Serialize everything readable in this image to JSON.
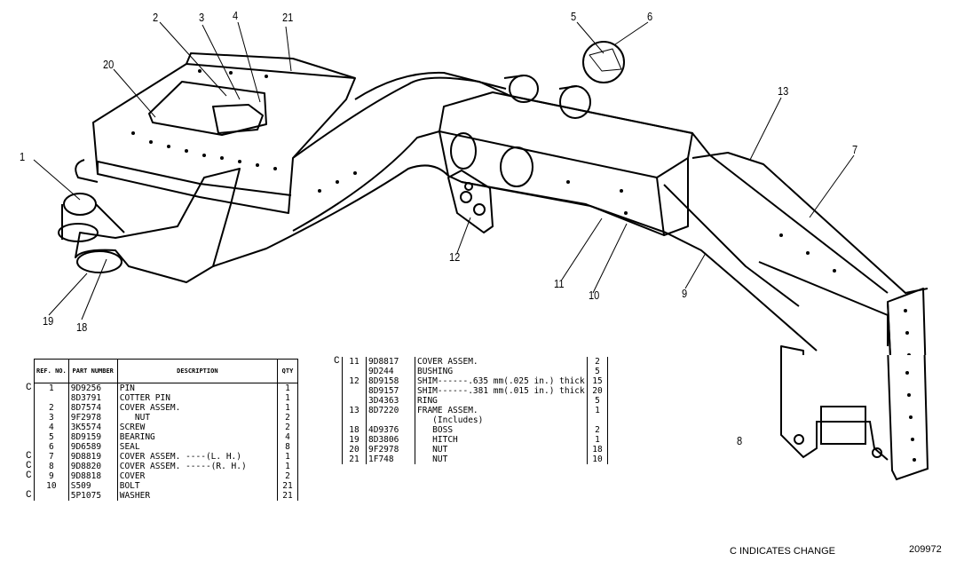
{
  "callouts": [
    "1",
    "2",
    "3",
    "4",
    "5",
    "6",
    "7",
    "8",
    "9",
    "10",
    "11",
    "12",
    "13",
    "18",
    "19",
    "20",
    "21"
  ],
  "left_table": {
    "headers": {
      "ref": "REF. NO.",
      "part": "PART NUMBER",
      "desc": "DESCRIPTION",
      "qty": "QTY"
    },
    "rows": [
      {
        "chg": "C",
        "ref": "1",
        "part": "9D9256",
        "desc": "PIN",
        "qty": "1"
      },
      {
        "chg": "",
        "ref": "",
        "part": "8D3791",
        "desc": "COTTER PIN",
        "qty": "1"
      },
      {
        "chg": "",
        "ref": "2",
        "part": "8D7574",
        "desc": "COVER ASSEM.",
        "qty": "1"
      },
      {
        "chg": "",
        "ref": "3",
        "part": "9F2978",
        "desc": "   NUT",
        "qty": "2"
      },
      {
        "chg": "",
        "ref": "4",
        "part": "3K5574",
        "desc": "SCREW",
        "qty": "2"
      },
      {
        "chg": "",
        "ref": "5",
        "part": "8D9159",
        "desc": "BEARING",
        "qty": "4"
      },
      {
        "chg": "",
        "ref": "6",
        "part": "9D6589",
        "desc": "SEAL",
        "qty": "8"
      },
      {
        "chg": "C",
        "ref": "7",
        "part": "9D8819",
        "desc": "COVER ASSEM. ----(L. H.)",
        "qty": "1"
      },
      {
        "chg": "C",
        "ref": "8",
        "part": "9D8820",
        "desc": "COVER ASSEM. -----(R. H.)",
        "qty": "1"
      },
      {
        "chg": "C",
        "ref": "9",
        "part": "9D8818",
        "desc": "COVER",
        "qty": "2"
      },
      {
        "chg": "",
        "ref": "10",
        "part": "S509",
        "desc": "BOLT",
        "qty": "21"
      },
      {
        "chg": "C",
        "ref": "",
        "part": "5P1075",
        "desc": "WASHER",
        "qty": "21"
      }
    ]
  },
  "right_table": {
    "rows": [
      {
        "chg": "C",
        "ref": "11",
        "part": "9D8817",
        "desc": "COVER ASSEM.",
        "qty": "2"
      },
      {
        "chg": "",
        "ref": "",
        "part": "9D244",
        "desc": "BUSHING",
        "qty": "5"
      },
      {
        "chg": "",
        "ref": "12",
        "part": "8D9158",
        "desc": "SHIM------.635 mm(.025 in.) thick",
        "qty": "15"
      },
      {
        "chg": "",
        "ref": "",
        "part": "8D9157",
        "desc": "SHIM------.381 mm(.015 in.) thick",
        "qty": "20"
      },
      {
        "chg": "",
        "ref": "",
        "part": "3D4363",
        "desc": "RING",
        "qty": "5"
      },
      {
        "chg": "",
        "ref": "13",
        "part": "8D7220",
        "desc": "FRAME ASSEM.",
        "qty": "1"
      },
      {
        "chg": "",
        "ref": "",
        "part": "",
        "desc": "   (Includes)",
        "qty": ""
      },
      {
        "chg": "",
        "ref": "18",
        "part": "4D9376",
        "desc": "   BOSS",
        "qty": "2"
      },
      {
        "chg": "",
        "ref": "19",
        "part": "8D3806",
        "desc": "   HITCH",
        "qty": "1"
      },
      {
        "chg": "",
        "ref": "20",
        "part": "9F2978",
        "desc": "   NUT",
        "qty": "18"
      },
      {
        "chg": "",
        "ref": "21",
        "part": "1F748",
        "desc": "   NUT",
        "qty": "10"
      }
    ]
  },
  "footer": {
    "change_note": "C INDICATES CHANGE",
    "figure_no": "209972"
  }
}
